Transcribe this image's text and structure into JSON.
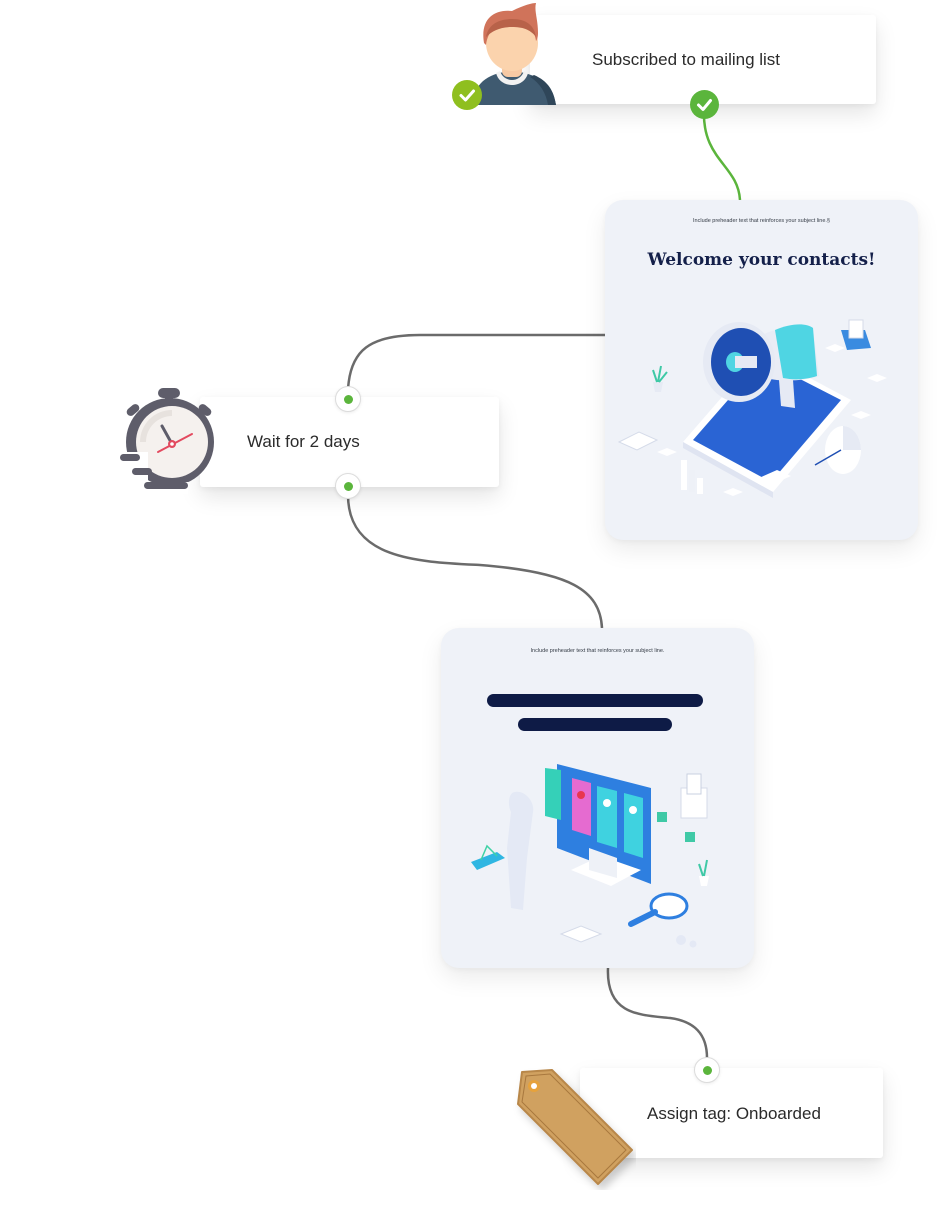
{
  "workflow": {
    "trigger": {
      "label": "Subscribed to mailing list",
      "icon": "person-avatar-icon",
      "status_icon": "checkmark-icon",
      "status_color": "#8fbf1f"
    },
    "email_1": {
      "preheader": "Include preheader text that reinforces your subject line.§",
      "title": "Welcome your contacts!",
      "illustration": "megaphone-smartphone-illustration"
    },
    "wait": {
      "label": "Wait for 2 days",
      "icon": "stopwatch-icon"
    },
    "email_2": {
      "preheader": "Include preheader text that reinforces your subject line.",
      "illustration": "computer-profiles-illustration"
    },
    "tag_action": {
      "label": "Assign tag: Onboarded",
      "icon": "price-tag-icon"
    },
    "colors": {
      "active_connector": "#5bb53c",
      "connector": "#6b6b6b",
      "port_dot": "#5bb53c",
      "email_title": "#14204a",
      "email_bg": "#eff2f8"
    }
  }
}
